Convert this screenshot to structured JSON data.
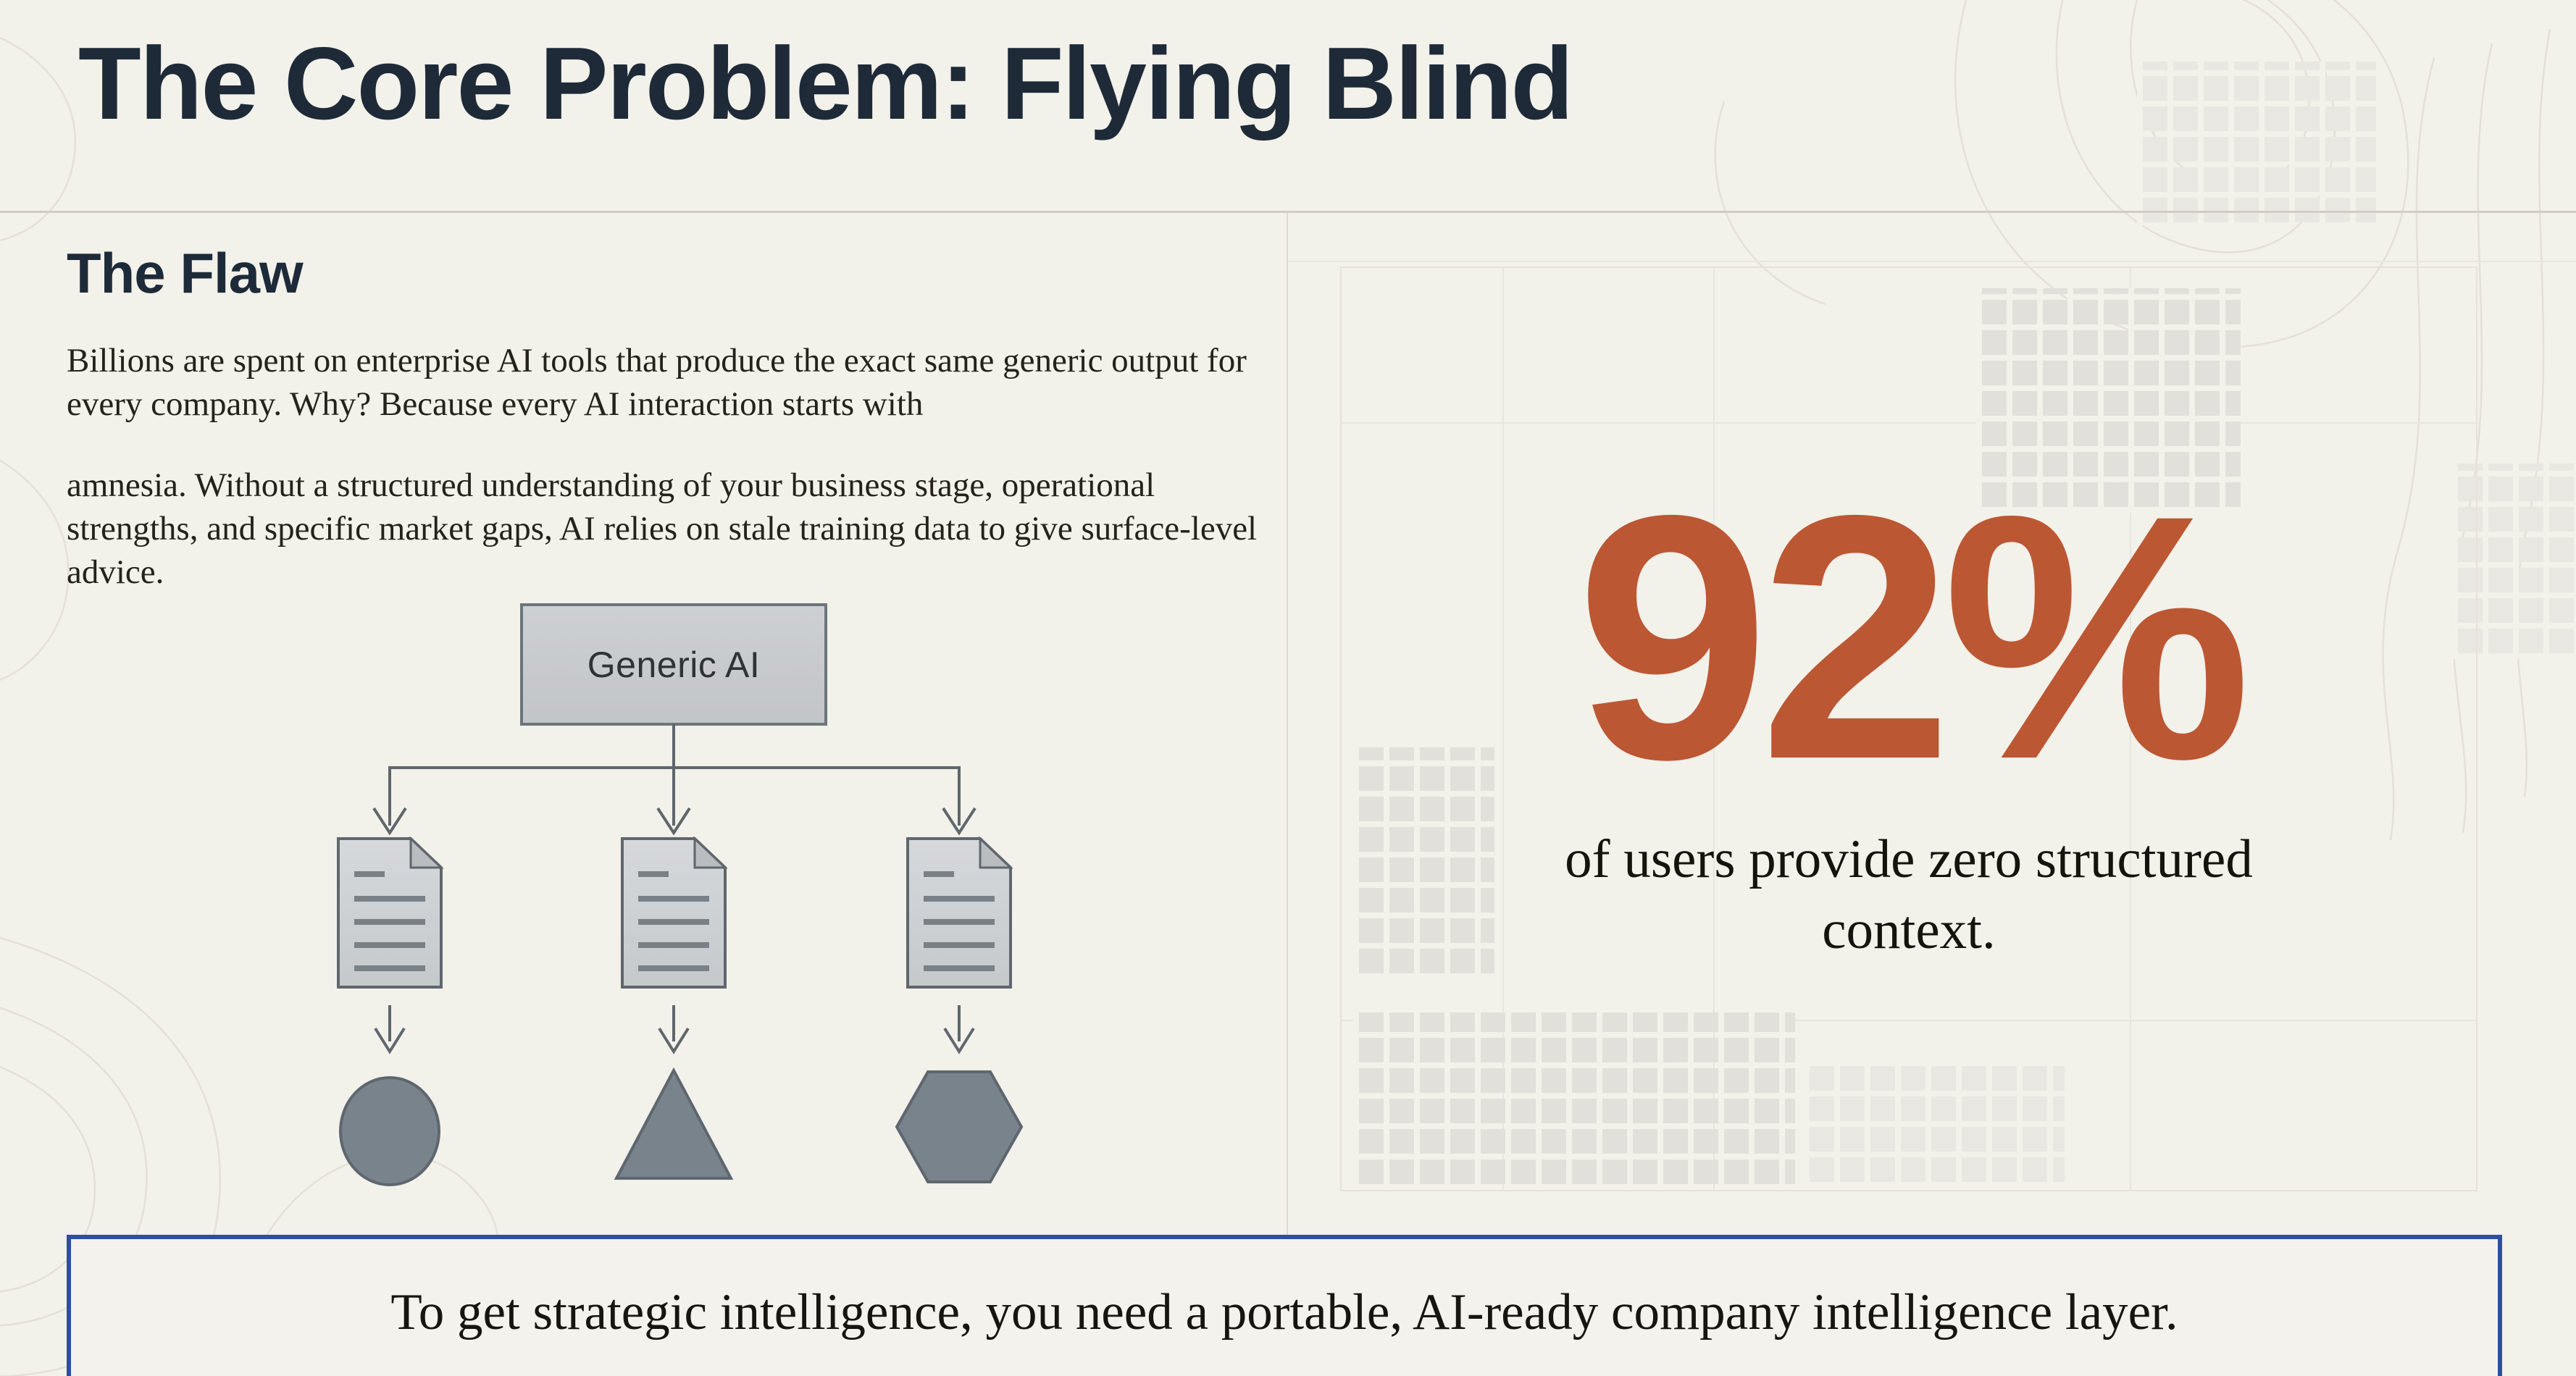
{
  "page": {
    "title_regular": "The Core Problem: ",
    "title_bold": "Flying Blind"
  },
  "left": {
    "heading": "The Flaw",
    "paragraph1": "Billions are spent on enterprise AI tools that produce the exact same generic output for every company. Why? Because every AI interaction starts with",
    "paragraph2": "amnesia. Without a structured understanding of your business stage, operational strengths, and specific market gaps, AI relies on stale training data to give surface-level advice.",
    "diagram": {
      "root_label": "Generic AI",
      "outputs": [
        "document",
        "document",
        "document"
      ],
      "results": [
        "circle",
        "triangle",
        "hexagon"
      ]
    }
  },
  "right": {
    "stat_value": "92%",
    "stat_caption": "of users provide zero structured context."
  },
  "banner": {
    "text": "To get strategic intelligence, you need a portable, AI-ready company intelligence layer."
  },
  "colors": {
    "background": "#f2f1ea",
    "title_navy": "#1e2a38",
    "accent_orange": "#bc5733",
    "banner_border_blue": "#2d4f9e",
    "diagram_box_gray": "#c9cccd",
    "shape_gray": "#79838c",
    "divider_gray": "#cfcdc5"
  }
}
